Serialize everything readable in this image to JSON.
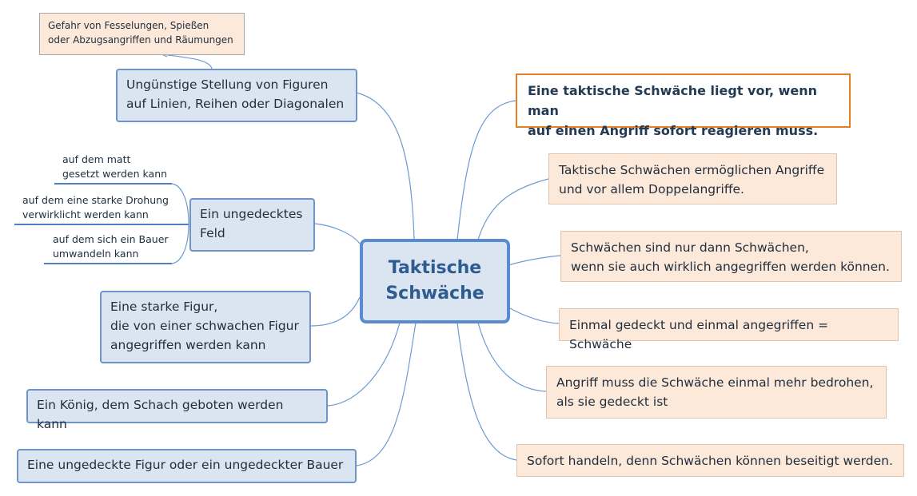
{
  "center": {
    "title": "Taktische\nSchwäche"
  },
  "definition": {
    "text": "Eine taktische Schwäche liegt vor, wenn man\nauf einen Angriff sofort reagieren muss."
  },
  "note": {
    "text": "Gefahr von Fesselungen, Spießen\noder Abzugsangriffen und Räumungen"
  },
  "left_branches": [
    {
      "text": "Ungünstige Stellung von Figuren\nauf Linien, Reihen oder Diagonalen"
    },
    {
      "text": "Ein ungedecktes\nFeld"
    },
    {
      "text": "Eine starke Figur,\ndie von einer schwachen Figur\nangegriffen werden kann"
    },
    {
      "text": "Ein König, dem Schach geboten werden kann"
    },
    {
      "text": "Eine ungedeckte Figur oder ein ungedeckter Bauer"
    }
  ],
  "field_subitems": [
    {
      "text": "auf dem matt\ngesetzt werden kann"
    },
    {
      "text": "auf dem eine starke Drohung\nverwirklicht werden kann"
    },
    {
      "text": "auf dem sich ein Bauer\numwandeln kann"
    }
  ],
  "right_branches": [
    {
      "text": "Taktische Schwächen ermöglichen Angriffe\nund vor allem Doppelangriffe."
    },
    {
      "text": "Schwächen sind nur dann Schwächen,\nwenn sie auch wirklich angegriffen werden können."
    },
    {
      "text": "Einmal gedeckt und einmal angegriffen = Schwäche"
    },
    {
      "text": "Angriff muss die Schwäche einmal mehr bedrohen,\nals sie gedeckt ist"
    },
    {
      "text": "Sofort handeln, denn Schwächen können beseitigt werden."
    }
  ],
  "colors": {
    "connector": "#6d9bcf",
    "blue_fill": "#dbe5f1",
    "blue_border": "#6f95c8",
    "peach_fill": "#fde9d9",
    "orange_border": "#e67e22",
    "central_text": "#2f5c90"
  }
}
